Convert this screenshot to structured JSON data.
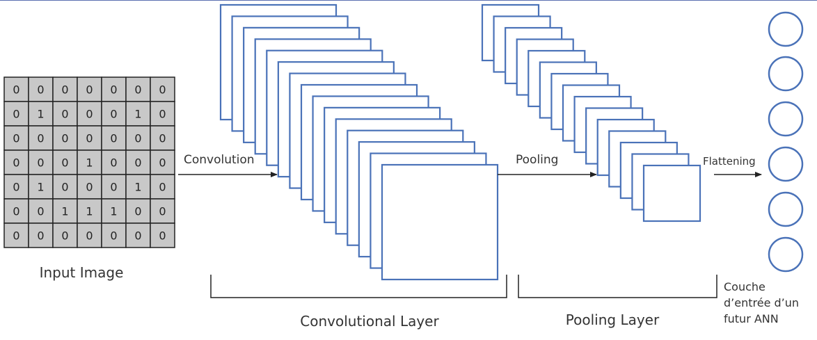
{
  "input": {
    "grid": [
      [
        0,
        0,
        0,
        0,
        0,
        0,
        0
      ],
      [
        0,
        1,
        0,
        0,
        0,
        1,
        0
      ],
      [
        0,
        0,
        0,
        0,
        0,
        0,
        0
      ],
      [
        0,
        0,
        0,
        1,
        0,
        0,
        0
      ],
      [
        0,
        1,
        0,
        0,
        0,
        1,
        0
      ],
      [
        0,
        0,
        1,
        1,
        1,
        0,
        0
      ],
      [
        0,
        0,
        0,
        0,
        0,
        0,
        0
      ]
    ],
    "label": "Input Image"
  },
  "steps": {
    "convolution": "Convolution",
    "pooling": "Pooling",
    "flattening": "Flattening"
  },
  "layers": {
    "convolutional": "Convolutional Layer",
    "pooling": "Pooling Layer"
  },
  "ann_label": [
    "Couche",
    "d’entrée d’un",
    "futur ANN"
  ],
  "colors": {
    "frame": "#4a72b8",
    "cell": "#c8c8c8",
    "text": "#333333",
    "line": "#222222"
  }
}
